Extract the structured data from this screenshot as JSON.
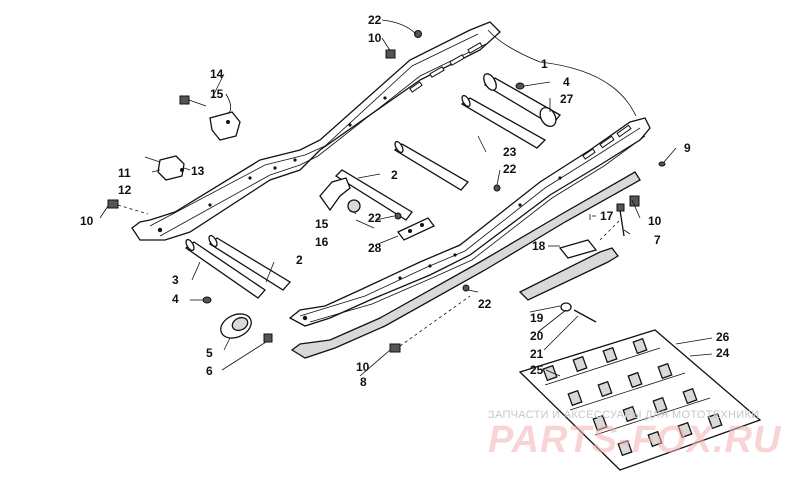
{
  "diagram": {
    "callouts": {
      "c1": "1",
      "c2a": "2",
      "c2b": "2",
      "c3": "3",
      "c4a": "4",
      "c4b": "4",
      "c5": "5",
      "c6": "6",
      "c7": "7",
      "c8": "8",
      "c9": "9",
      "c10a": "10",
      "c10b": "10",
      "c10c": "10",
      "c10d": "10",
      "c11": "11",
      "c12": "12",
      "c13": "13",
      "c14": "14",
      "c15a": "15",
      "c15b": "15",
      "c16": "16",
      "c17": "17",
      "c18": "18",
      "c19": "19",
      "c20": "20",
      "c21": "21",
      "c22a": "22",
      "c22b": "22",
      "c22c": "22",
      "c22d": "22",
      "c23": "23",
      "c24": "24",
      "c25": "25",
      "c26": "26",
      "c27": "27",
      "c28": "28"
    }
  },
  "watermark": {
    "tagline": "ЗАПЧАСТИ И АКСЕССУАРЫ ДЛЯ МОТОТЕХНИКИ",
    "logo": "PARTS-FOX.RU"
  }
}
